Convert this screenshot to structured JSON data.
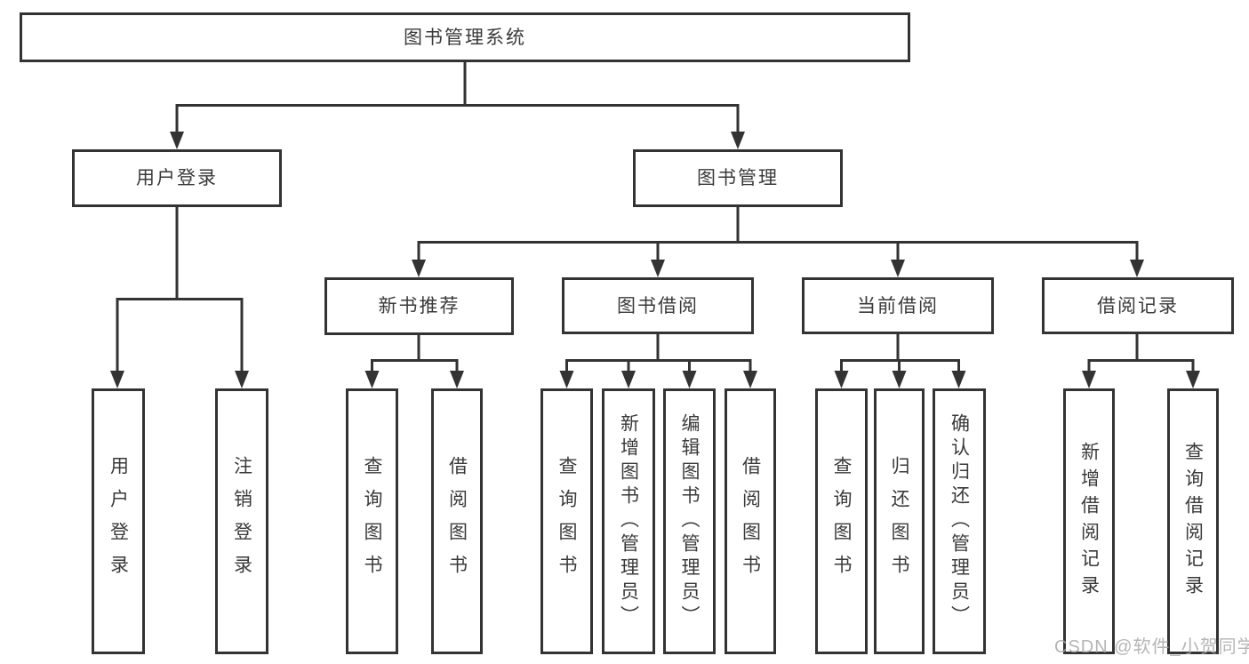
{
  "colors": {
    "line": "#333333",
    "text": "#3a3a3a",
    "box_background": "#ffffff",
    "page_background": "#ffffff",
    "watermark": "#a8a8a8"
  },
  "tree": {
    "root": {
      "label": "图书管理系统"
    },
    "branches": [
      {
        "label": "用户登录",
        "children": [
          {
            "label": "用户登录"
          },
          {
            "label": "注销登录"
          }
        ]
      },
      {
        "label": "图书管理",
        "children": [
          {
            "label": "新书推荐",
            "children": [
              {
                "label": "查询图书"
              },
              {
                "label": "借阅图书"
              }
            ]
          },
          {
            "label": "图书借阅",
            "children": [
              {
                "label": "查询图书"
              },
              {
                "label": "新增图书（管理员）"
              },
              {
                "label": "编辑图书（管理员）"
              },
              {
                "label": "借阅图书"
              }
            ]
          },
          {
            "label": "当前借阅",
            "children": [
              {
                "label": "查询图书"
              },
              {
                "label": "归还图书"
              },
              {
                "label": "确认归还（管理员）"
              }
            ]
          },
          {
            "label": "借阅记录",
            "children": [
              {
                "label": "新增借阅记录"
              },
              {
                "label": "查询借阅记录"
              }
            ]
          }
        ]
      }
    ]
  },
  "watermark": {
    "text": "CSDN @软件_小贺同学"
  }
}
